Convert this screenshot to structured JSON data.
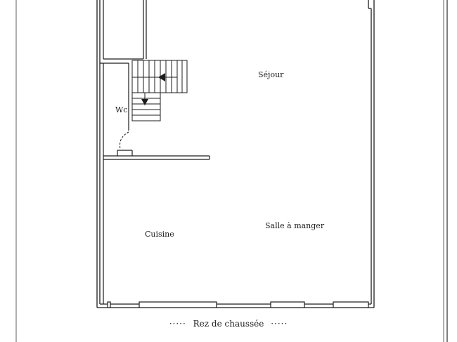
{
  "plan": {
    "rooms": {
      "sejour": "Séjour",
      "wc": "Wc",
      "cuisine": "Cuisine",
      "salle_a_manger": "Salle à manger"
    },
    "caption": {
      "dots_left": "·····",
      "title": "Rez de chaussée",
      "dots_right": "·····"
    }
  }
}
